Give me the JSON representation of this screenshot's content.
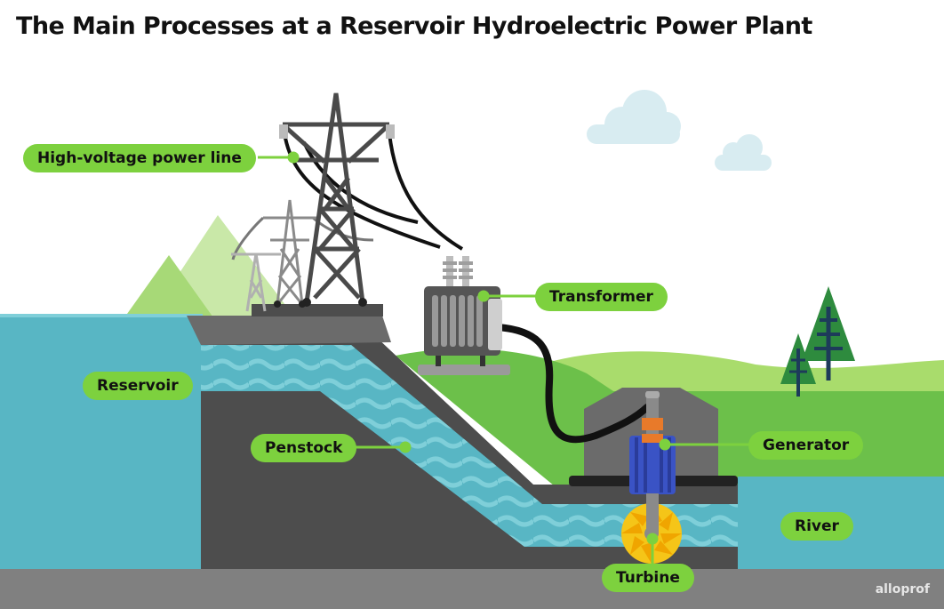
{
  "title": "The Main Processes at a Reservoir Hydroelectric Power Plant",
  "labels": {
    "power_line": "High-voltage power line",
    "transformer": "Transformer",
    "reservoir": "Reservoir",
    "penstock": "Penstock",
    "generator": "Generator",
    "river": "River",
    "turbine": "Turbine"
  },
  "watermark": "alloprof",
  "colors": {
    "label_bg": "#7dd13e",
    "water": "#58b6c4",
    "dam": "#4d4d4d",
    "ground": "#808080",
    "grass": "#6cc04a",
    "generator": "#3a53c5",
    "turbine": "#f5c518"
  }
}
